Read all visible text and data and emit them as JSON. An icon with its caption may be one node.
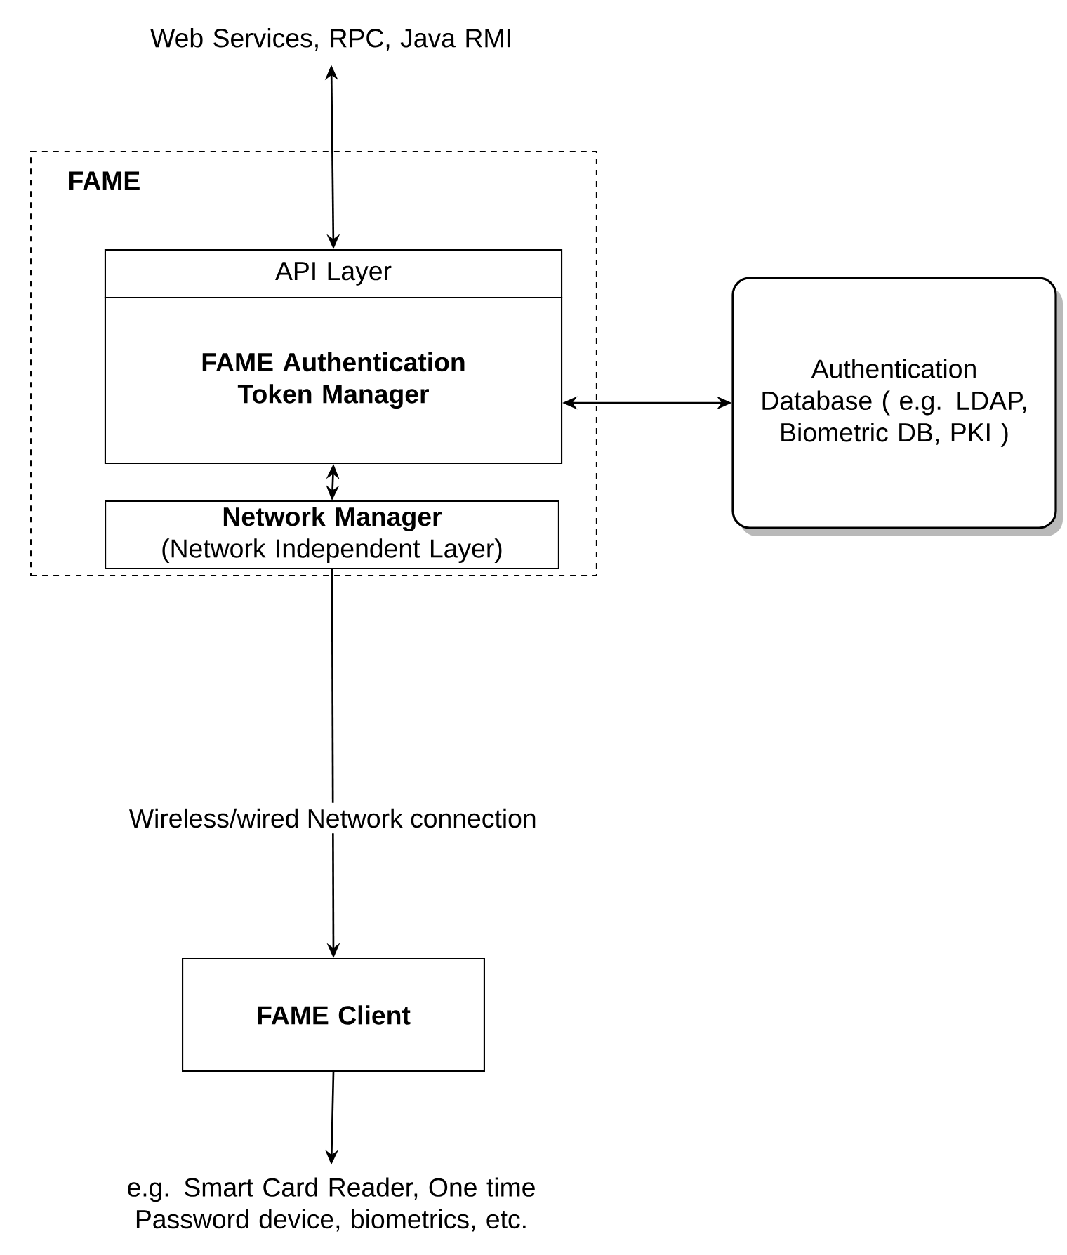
{
  "diagram": {
    "nodes": [
      {
        "text": [
          "FAME"
        ]
      },
      {
        "text": [
          "API Layer"
        ],
        "in": 0
      },
      {
        "text": [
          "FAME Authentication Token Manager"
        ],
        "in": 0
      },
      {
        "text": [
          "Network Manager",
          "(Network Independent Layer)"
        ],
        "in": 0
      },
      {
        "text": [
          "Authentication Database ( e.g. LDAP, Biometric DB, PKI )"
        ]
      },
      {
        "text": [
          "FAME Client"
        ]
      },
      {
        "text": [
          "Web Services, RPC, Java RMI"
        ]
      },
      {
        "text": [
          "e.g. Smart Card Reader, One time Password device, biometrics, etc."
        ]
      }
    ],
    "edges": [
      {
        "from": 6,
        "to": 1,
        "arrow": "both"
      },
      {
        "from": 2,
        "to": 4,
        "arrow": "both"
      },
      {
        "from": 2,
        "to": 3,
        "arrow": "both"
      },
      {
        "from": 3,
        "to": 5,
        "arrow": "to",
        "label": "Wireless/wired Network connection"
      },
      {
        "from": 5,
        "to": 7,
        "arrow": "to"
      }
    ]
  }
}
